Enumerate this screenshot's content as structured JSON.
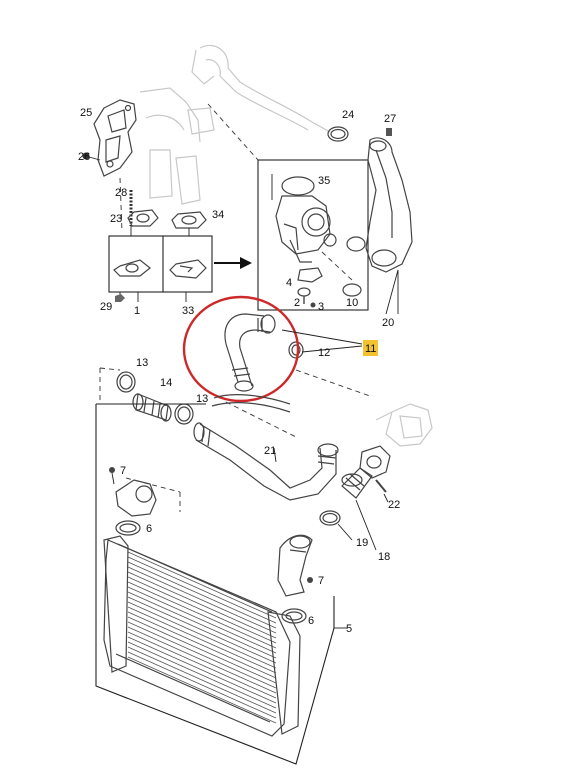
{
  "diagram": {
    "highlight_color": "#cc2a2a",
    "callout_fill": "#f2c230",
    "callouts": [
      {
        "id": "c25",
        "text": "25"
      },
      {
        "id": "c26",
        "text": "26"
      },
      {
        "id": "c28",
        "text": "28"
      },
      {
        "id": "c23",
        "text": "23"
      },
      {
        "id": "c34",
        "text": "34"
      },
      {
        "id": "c29",
        "text": "29"
      },
      {
        "id": "c1",
        "text": "1"
      },
      {
        "id": "c33",
        "text": "33"
      },
      {
        "id": "c24",
        "text": "24"
      },
      {
        "id": "c27",
        "text": "27"
      },
      {
        "id": "c35",
        "text": "35"
      },
      {
        "id": "c4",
        "text": "4"
      },
      {
        "id": "c2",
        "text": "2"
      },
      {
        "id": "c3",
        "text": "3"
      },
      {
        "id": "c10",
        "text": "10"
      },
      {
        "id": "c20",
        "text": "20"
      },
      {
        "id": "c11",
        "text": "11"
      },
      {
        "id": "c12",
        "text": "12"
      },
      {
        "id": "c13a",
        "text": "13"
      },
      {
        "id": "c14",
        "text": "14"
      },
      {
        "id": "c13b",
        "text": "13"
      },
      {
        "id": "c21",
        "text": "21"
      },
      {
        "id": "c22",
        "text": "22"
      },
      {
        "id": "c7a",
        "text": "7"
      },
      {
        "id": "c6a",
        "text": "6"
      },
      {
        "id": "c19",
        "text": "19"
      },
      {
        "id": "c18",
        "text": "18"
      },
      {
        "id": "c7b",
        "text": "7"
      },
      {
        "id": "c6b",
        "text": "6"
      },
      {
        "id": "c5",
        "text": "5"
      }
    ]
  }
}
